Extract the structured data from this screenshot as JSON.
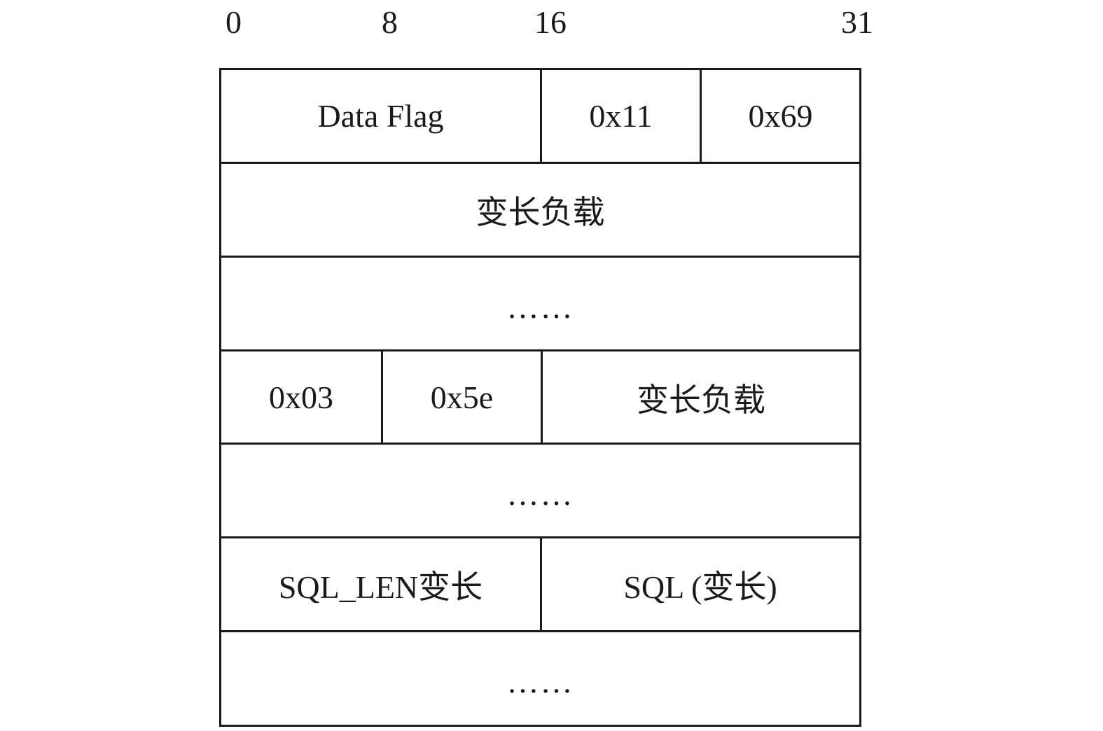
{
  "bit_positions": [
    "0",
    "8",
    "16",
    "31"
  ],
  "rows": [
    {
      "cells": [
        "Data Flag",
        "0x11",
        "0x69"
      ]
    },
    {
      "cells": [
        "变长负载"
      ]
    },
    {
      "cells": [
        "……"
      ]
    },
    {
      "cells": [
        "0x03",
        "0x5e",
        "变长负载"
      ]
    },
    {
      "cells": [
        "……"
      ]
    },
    {
      "cells": [
        "SQL_LEN变长",
        "SQL (变长)"
      ]
    },
    {
      "cells": [
        "……"
      ]
    }
  ]
}
